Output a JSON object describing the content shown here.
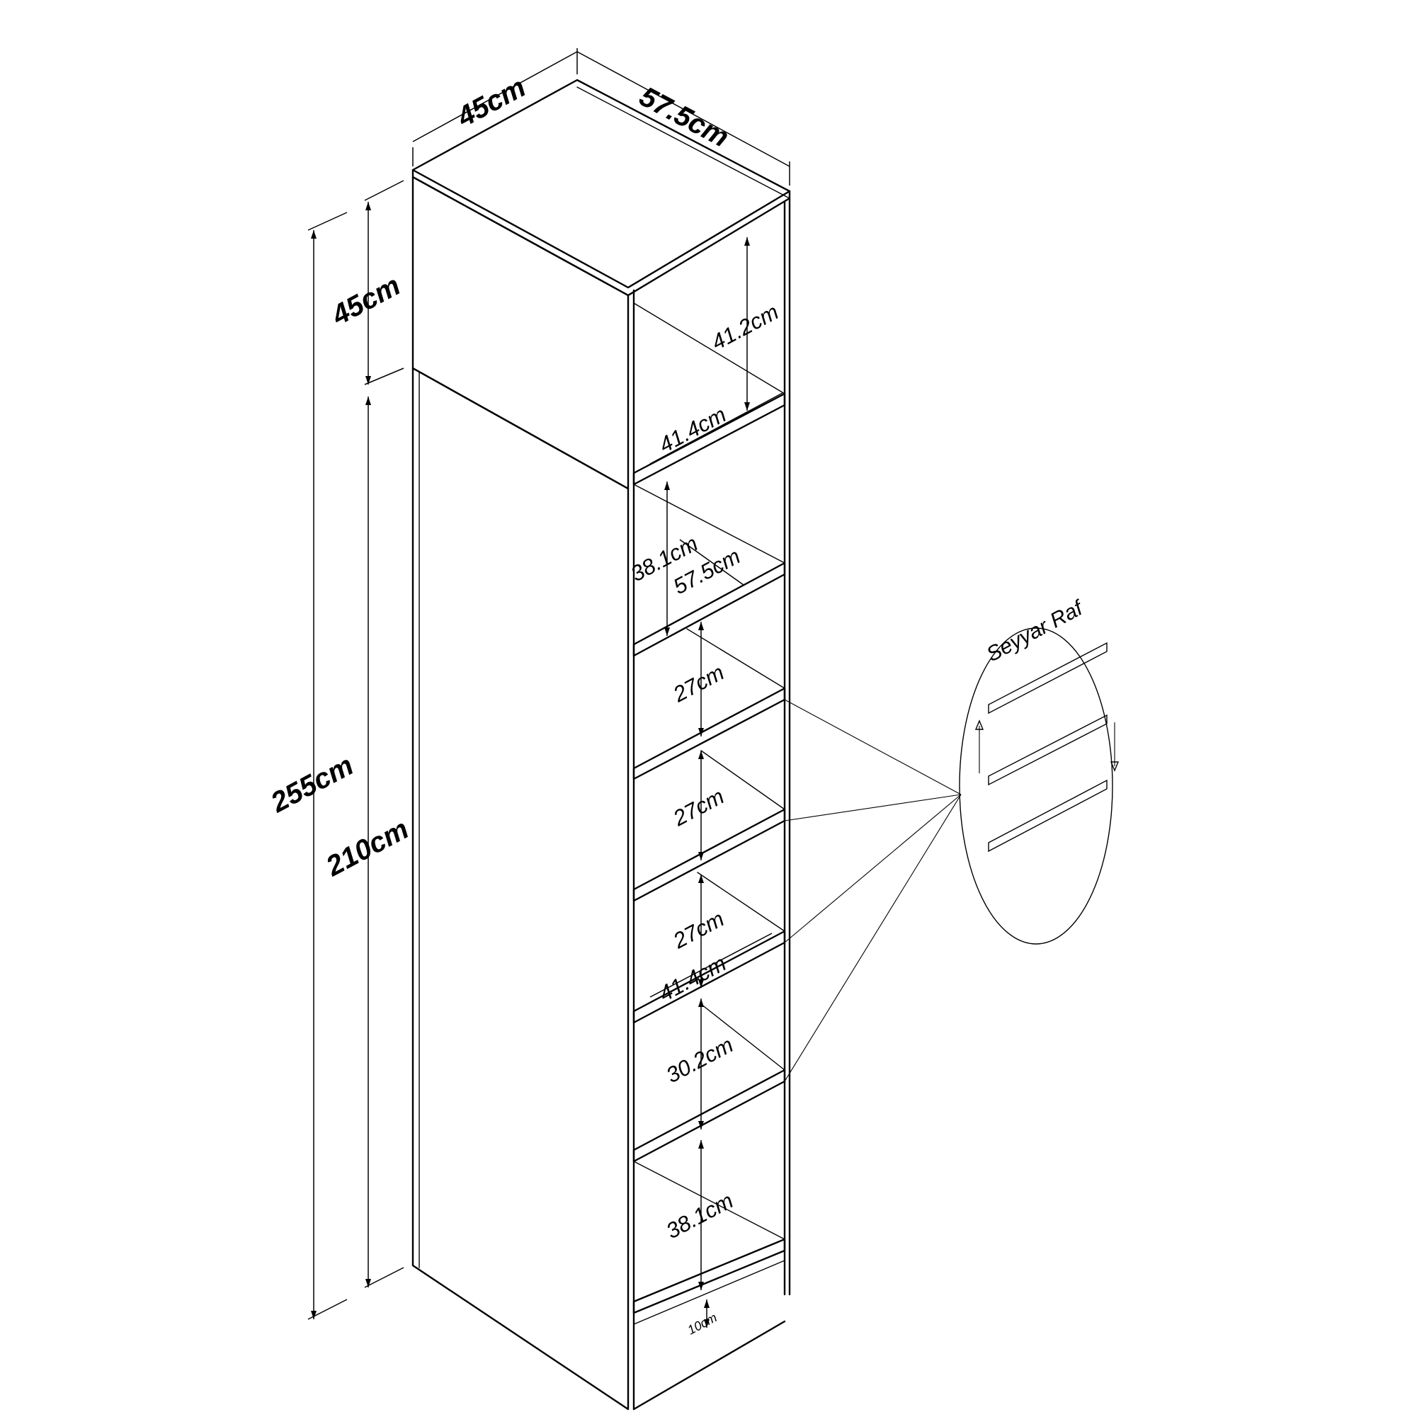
{
  "dimensions": {
    "top_depth": "45cm",
    "top_width": "57.5cm",
    "upper_height": "45cm",
    "total_height": "255cm",
    "lower_height": "210cm"
  },
  "shelf_labels": {
    "top_compartment_height": "41.2cm",
    "top_shelf_depth": "41.4cm",
    "second_compartment_height": "38.1cm",
    "second_compartment_width": "57.5cm",
    "compartment_3": "27cm",
    "compartment_4": "27cm",
    "compartment_5": "27cm",
    "lower_shelf_depth": "41.4cm",
    "compartment_6": "30.2cm",
    "compartment_7": "38.1cm",
    "plinth": "10cm"
  },
  "callout": {
    "title": "Seyyar Raf"
  }
}
